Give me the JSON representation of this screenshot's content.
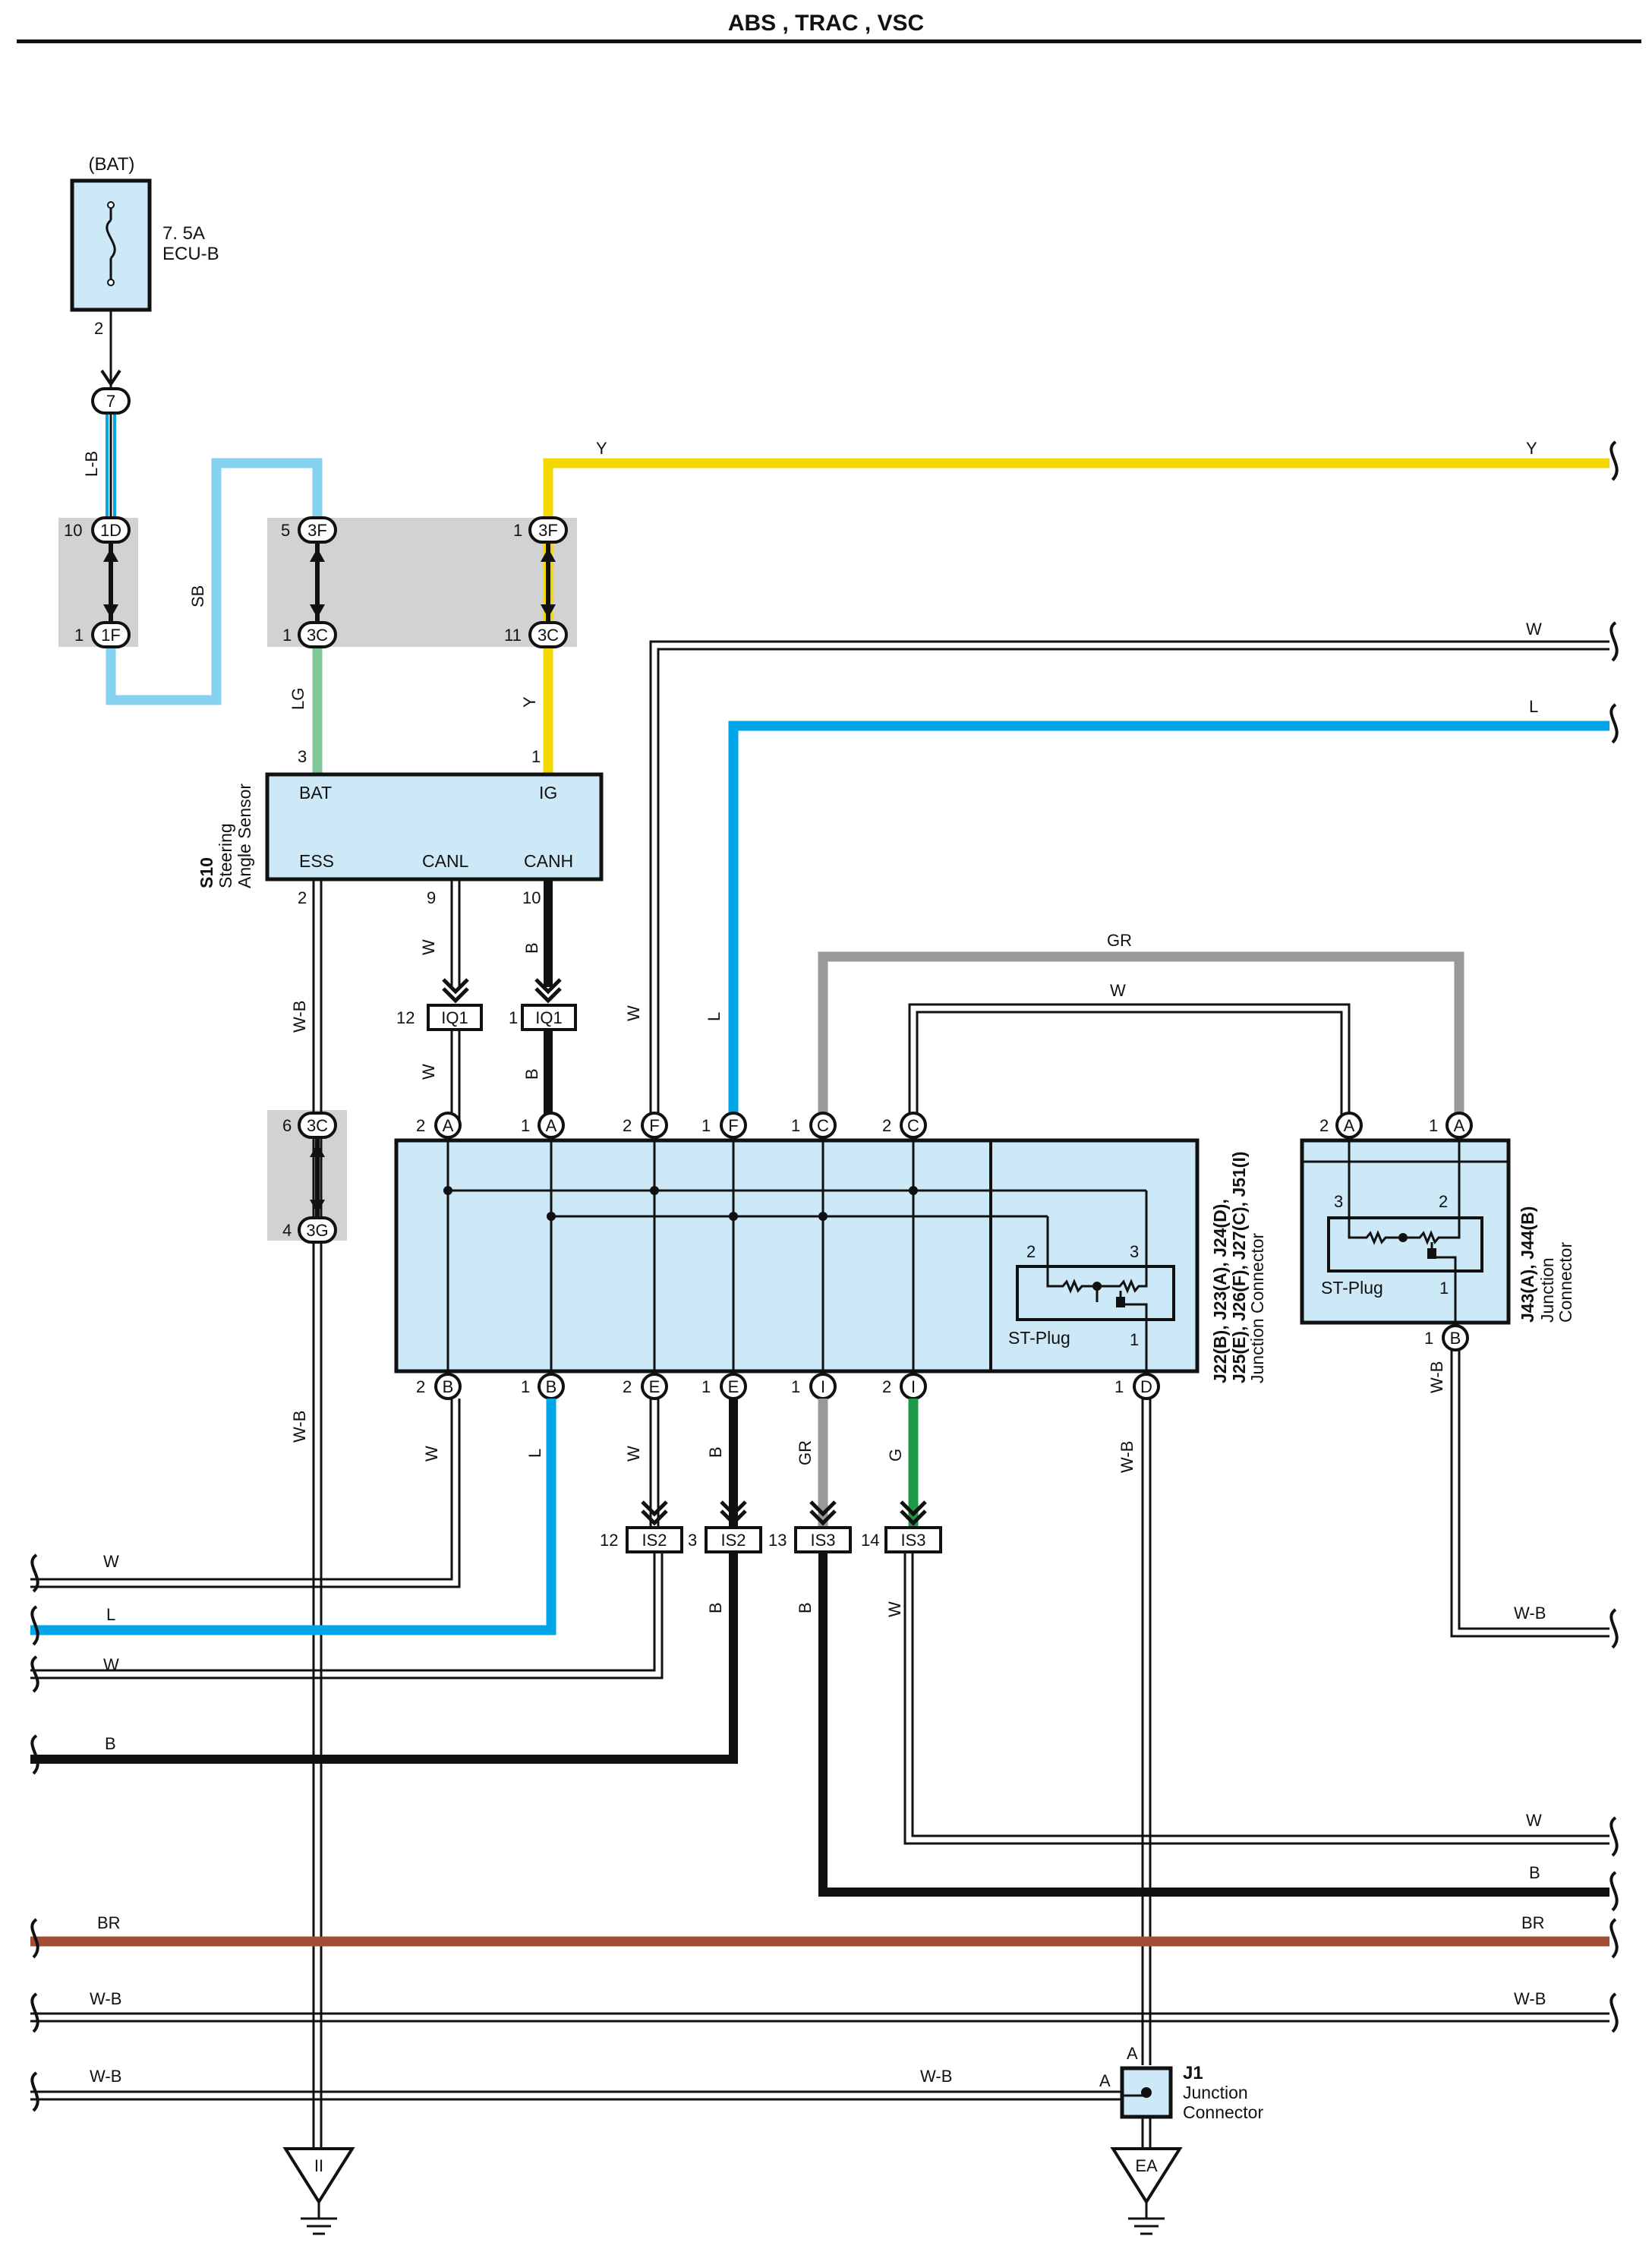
{
  "title": "ABS , TRAC , VSC",
  "colors": {
    "yellow": "#f5d800",
    "blue": "#00a6e8",
    "skyblue": "#86d0f0",
    "lightgreen": "#7fc89a",
    "green": "#1c9a4a",
    "gray": "#999999",
    "brown": "#a34d35",
    "black": "#111111",
    "component_fill": "#cde9f7",
    "junction_fill": "#d2d2d2"
  },
  "fuse": {
    "source": "(BAT)",
    "rating": "7. 5A",
    "name": "ECU-B",
    "pin": "2"
  },
  "connectors": {
    "c7": "7",
    "c1D": "1D",
    "c1D_pin": "10",
    "c1F": "1F",
    "c1F_pin": "1",
    "c3F_a": "3F",
    "c3F_a_pin": "5",
    "c3C_a": "3C",
    "c3C_a_pin": "1",
    "c3F_b": "3F",
    "c3F_b_pin": "1",
    "c3C_b": "3C",
    "c3C_b_pin": "11",
    "c3C_c": "3C",
    "c3C_c_pin": "6",
    "c3G": "3G",
    "c3G_pin": "4"
  },
  "wire_labels": {
    "lb": "L-B",
    "sb": "SB",
    "lg": "LG",
    "y": "Y",
    "w": "W",
    "l": "L",
    "b": "B",
    "gr": "GR",
    "g": "G",
    "wb": "W-B",
    "br": "BR"
  },
  "sensor": {
    "id": "S10",
    "name_line1": "Steering",
    "name_line2": "Angle Sensor",
    "bat": "BAT",
    "ig": "IG",
    "ess": "ESS",
    "canl": "CANL",
    "canh": "CANH",
    "pin_bat": "3",
    "pin_ig": "1",
    "pin_ess": "2",
    "pin_canl": "9",
    "pin_canh": "10"
  },
  "inline_connectors": {
    "iq1": "IQ1",
    "iq1_pin_a": "12",
    "iq1_pin_b": "1",
    "is2": "IS2",
    "is2_pin_a": "12",
    "is2_pin_b": "3",
    "is3": "IS3",
    "is3_pin_a": "13",
    "is3_pin_b": "14"
  },
  "junction_main": {
    "ids_line1": "J22(B), J23(A), J24(D),",
    "ids_line2": "J25(E), J26(F), J27(C), J51(I)",
    "name": "Junction Connector",
    "top_letters": [
      "A",
      "A",
      "F",
      "F",
      "C",
      "C"
    ],
    "top_pins": [
      "2",
      "1",
      "2",
      "1",
      "1",
      "2"
    ],
    "bottom_letters": [
      "B",
      "B",
      "E",
      "E",
      "I",
      "I",
      "D"
    ],
    "bottom_pins": [
      "2",
      "1",
      "2",
      "1",
      "1",
      "2",
      "1"
    ],
    "st_plug": "ST-Plug",
    "plug_pin2": "2",
    "plug_pin3": "3",
    "plug_pin1": "1"
  },
  "junction_right": {
    "ids": "J43(A), J44(B)",
    "name_line1": "Junction",
    "name_line2": "Connector",
    "top_letters": [
      "A",
      "A"
    ],
    "top_pins": [
      "2",
      "1"
    ],
    "bottom_letter": "B",
    "bottom_pin": "1",
    "st_plug": "ST-Plug",
    "plug_pin3": "3",
    "plug_pin2": "2",
    "plug_pin1": "1"
  },
  "j1": {
    "id": "J1",
    "name_line1": "Junction",
    "name_line2": "Connector",
    "pin_top": "A",
    "pin_left": "A"
  },
  "grounds": {
    "left": "II",
    "right": "EA"
  }
}
